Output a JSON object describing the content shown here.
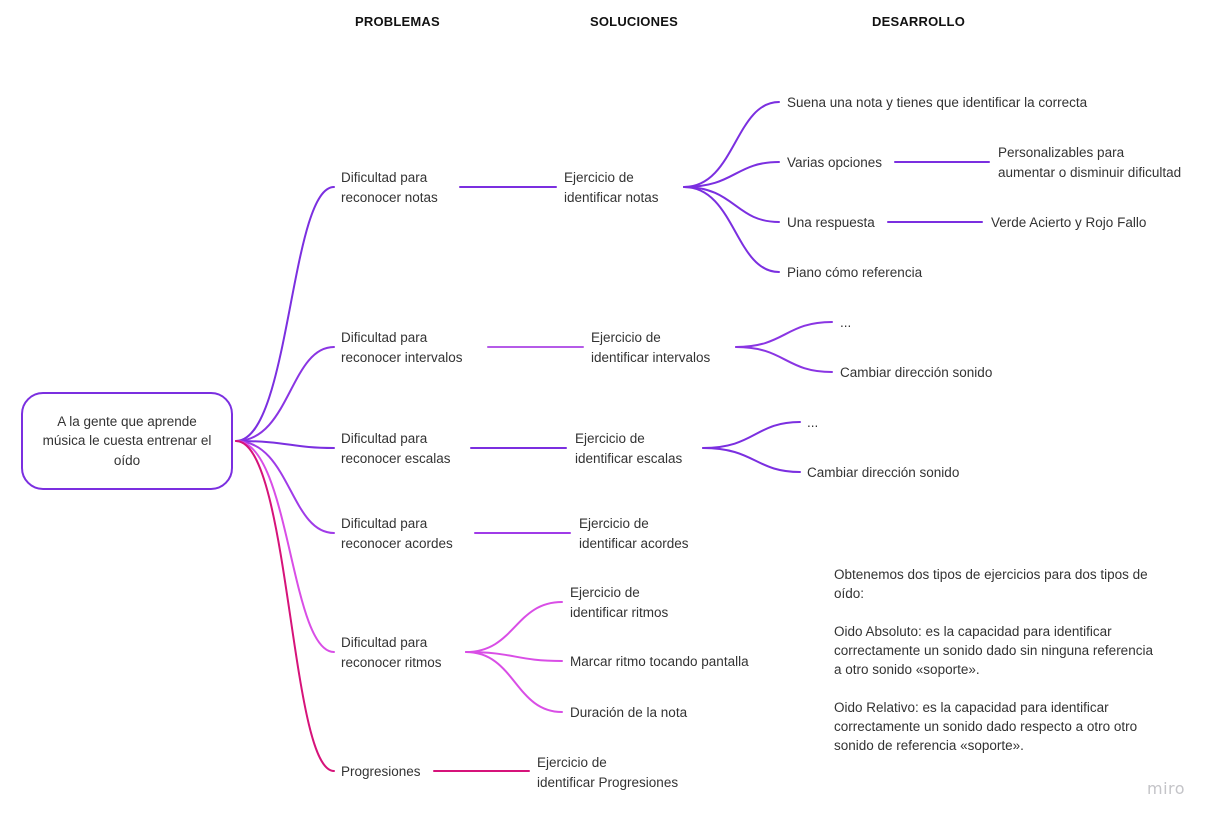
{
  "headers": {
    "problems": "PROBLEMAS",
    "solutions": "SOLUCIONES",
    "development": "DESARROLLO"
  },
  "root": {
    "label": "A la gente que aprende música le cuesta entrenar el oído"
  },
  "problems": [
    {
      "label": "Dificultad para\nreconocer notas"
    },
    {
      "label": "Dificultad para\nreconocer intervalos"
    },
    {
      "label": "Dificultad para\nreconocer escalas"
    },
    {
      "label": "Dificultad para\nreconocer acordes"
    },
    {
      "label": "Dificultad para\nreconocer ritmos"
    },
    {
      "label": "Progresiones"
    }
  ],
  "solutions": [
    {
      "label": "Ejercicio de\nidentificar notas"
    },
    {
      "label": "Ejercicio de\nidentificar intervalos"
    },
    {
      "label": "Ejercicio de\nidentificar escalas"
    },
    {
      "label": "Ejercicio de\nidentificar acordes"
    },
    {
      "label": "Ejercicio de\nidentificar ritmos"
    },
    {
      "label": "Marcar ritmo tocando pantalla"
    },
    {
      "label": "Duración de la nota"
    },
    {
      "label": "Ejercicio de\nidentificar Progresiones"
    }
  ],
  "development": [
    {
      "label": "Suena una nota y tienes que identificar la correcta"
    },
    {
      "label": "Varias opciones"
    },
    {
      "label": "Personalizables para\naumentar o disminuir dificultad"
    },
    {
      "label": "Una respuesta"
    },
    {
      "label": "Verde Acierto y Rojo Fallo"
    },
    {
      "label": "Piano cómo referencia"
    },
    {
      "label": "..."
    },
    {
      "label": "Cambiar dirección sonido"
    },
    {
      "label": "..."
    },
    {
      "label": "Cambiar dirección sonido"
    }
  ],
  "note": {
    "text": "Obtenemos dos tipos de ejercicios para dos tipos de oído:\n\nOido Absoluto: es la capacidad para identificar correctamente un sonido dado sin ninguna referencia a otro sonido «soporte».\n\nOido Relativo: es la capacidad para identificar correctamente un sonido dado respecto a otro otro sonido de referencia «soporte»."
  },
  "watermark": "miro",
  "colors": {
    "purple": "#7b2fe0",
    "violet": "#a03be8",
    "magenta": "#d94ee6",
    "crimson": "#d6137a"
  }
}
